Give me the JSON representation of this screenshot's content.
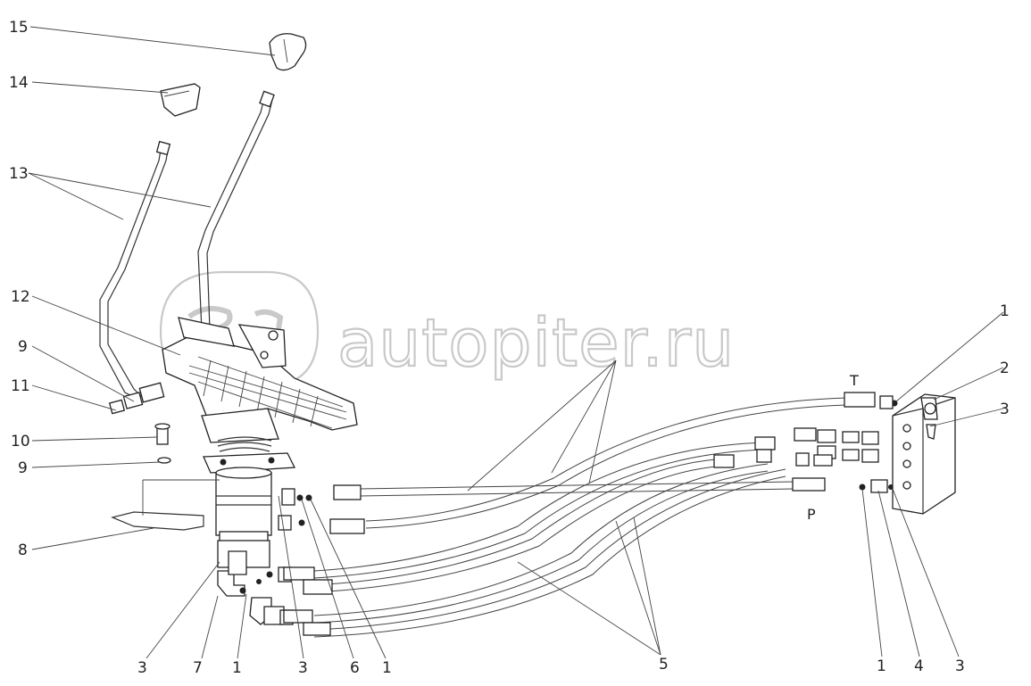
{
  "watermark": {
    "text": "autopiter.ru"
  },
  "callouts_left": [
    "15",
    "14",
    "13",
    "12",
    "9",
    "11",
    "10",
    "9",
    "8"
  ],
  "callouts_bottom": [
    "3",
    "7",
    "1",
    "3",
    "6",
    "1",
    "5",
    "1",
    "4",
    "3"
  ],
  "callouts_right": [
    "1",
    "2",
    "3"
  ],
  "ports": {
    "tank": "T",
    "pressure": "P"
  },
  "colors": {
    "ink": "#222222",
    "watermark": "#c9c9c9",
    "background": "#ffffff"
  }
}
